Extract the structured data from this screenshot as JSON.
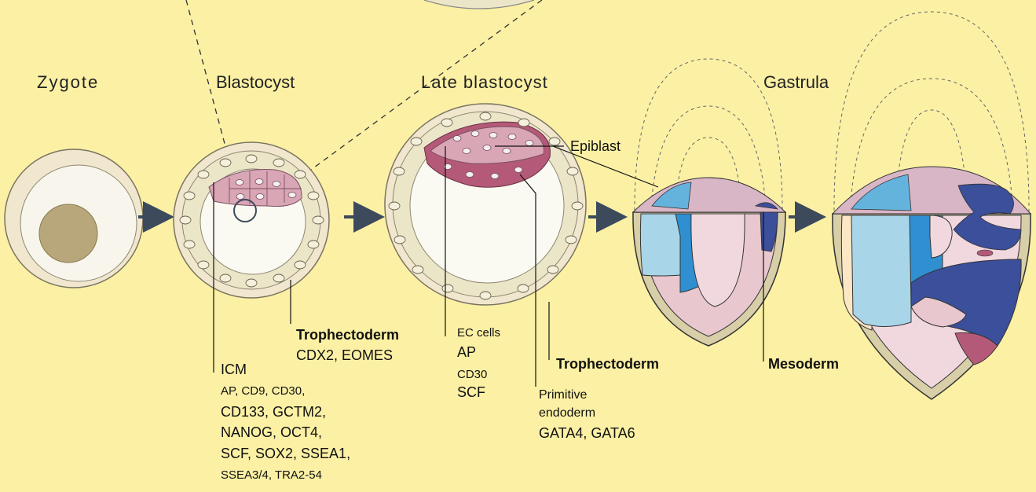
{
  "stages": {
    "zygote": "Zygote",
    "blastocyst": "Blastocyst",
    "late_blastocyst": "Late blastocyst",
    "gastrula": "Gastrula"
  },
  "labels": {
    "trophectoderm_1": "Trophectoderm",
    "trophectoderm_1_markers": "CDX2, EOMES",
    "icm": "ICM",
    "icm_markers_1": "AP, CD9, CD30,",
    "icm_markers_2": "CD133, GCTM2,",
    "icm_markers_3": "NANOG, OCT4,",
    "icm_markers_4": "SCF, SOX2, SSEA1,",
    "icm_markers_5": "SSEA3/4, TRA2-54",
    "ec_cells": "EC cells",
    "ec_ap": "AP",
    "ec_cd30": "CD30",
    "ec_scf": "SCF",
    "epiblast": "Epiblast",
    "trophectoderm_2": "Trophectoderm",
    "primitive_1": "Primitive",
    "primitive_2": "endoderm",
    "primitive_markers": "GATA4, GATA6",
    "mesoderm": "Mesoderm"
  },
  "colors": {
    "background": "#fbf0a4",
    "zona": "#f1e7cf",
    "cell_fill": "#ece6c8",
    "icm_pink": "#d9a6b6",
    "endoderm_magenta": "#b45a78",
    "ectoderm_blue": "#2f8fd0",
    "mesoderm_blue": "#3b4f9a",
    "arrow": "#3d4a5c"
  }
}
